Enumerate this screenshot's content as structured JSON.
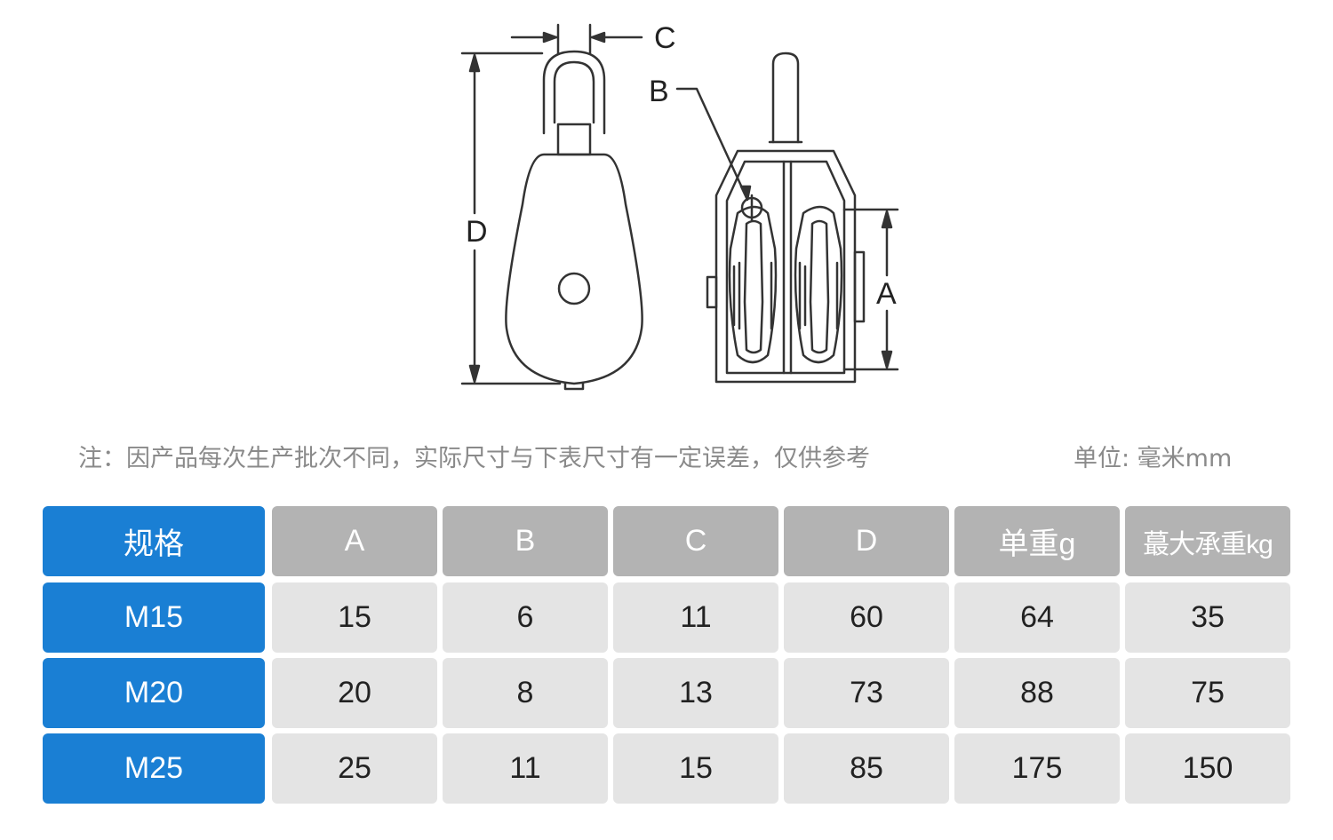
{
  "drawing": {
    "labels": {
      "a": "A",
      "b": "B",
      "c": "C",
      "d": "D"
    }
  },
  "note": {
    "text": "注：因产品每次生产批次不同，实际尺寸与下表尺寸有一定误差，仅供参考",
    "unit": "单位: 毫米mm"
  },
  "table": {
    "headers": [
      "规格",
      "A",
      "B",
      "C",
      "D",
      "单重g",
      "蕞大承重kg"
    ],
    "rows": [
      [
        "M15",
        "15",
        "6",
        "11",
        "60",
        "64",
        "35"
      ],
      [
        "M20",
        "20",
        "8",
        "13",
        "73",
        "88",
        "75"
      ],
      [
        "M25",
        "25",
        "11",
        "15",
        "85",
        "175",
        "150"
      ]
    ]
  },
  "colors": {
    "spec_column": "#1a7fd4",
    "header": "#b3b3b3",
    "cell": "#e4e4e4",
    "note_text": "#8a8a8a"
  }
}
